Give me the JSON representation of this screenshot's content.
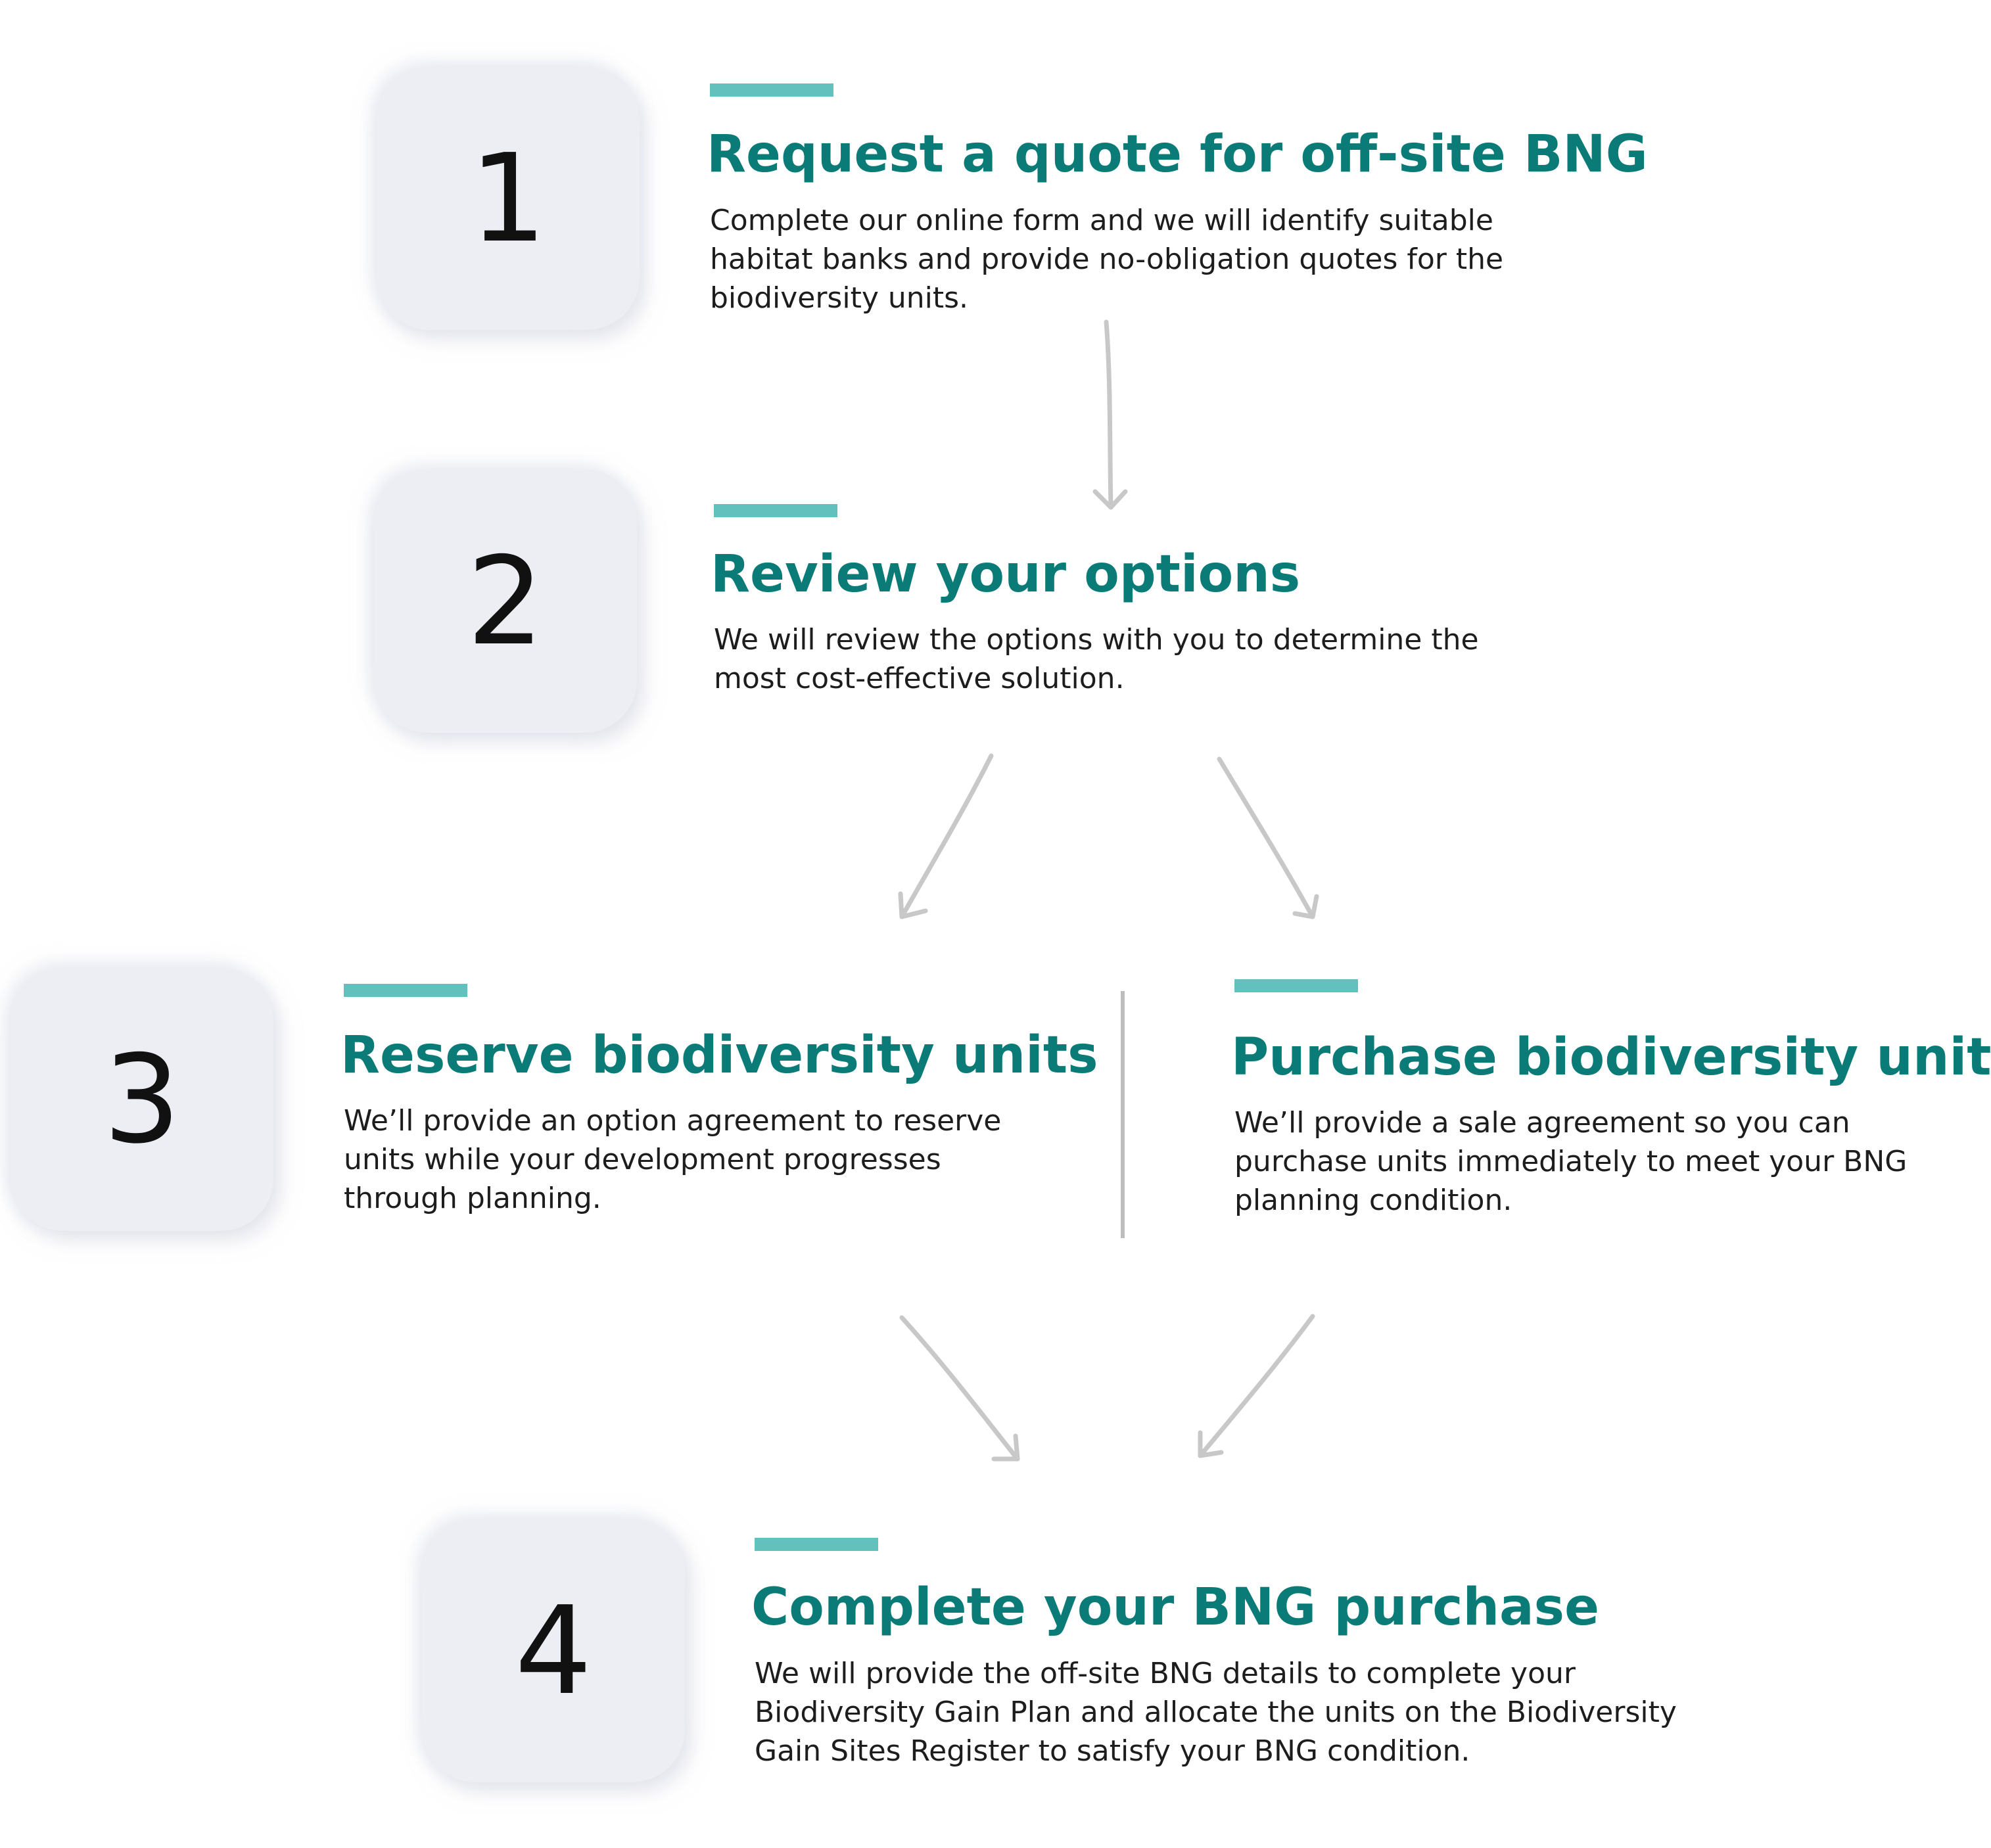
{
  "steps": [
    {
      "number": "1",
      "title": "Request a quote for off-site BNG",
      "description_lines": [
        "Complete our online form and we will identify suitable",
        "habitat banks and provide no-obligation quotes for the",
        "biodiversity units."
      ]
    },
    {
      "number": "2",
      "title": "Review your options",
      "description_lines": [
        "We will review the options with you to determine the",
        "most cost-effective solution."
      ]
    },
    {
      "number": "3",
      "title": "Reserve biodiversity units",
      "description_lines": [
        "We’ll provide an option agreement to reserve",
        "units while your development progresses",
        "through planning."
      ]
    },
    {
      "number": "",
      "title": "Purchase biodiversity units",
      "description_lines": [
        "We’ll provide a sale agreement so you can",
        "purchase units immediately to meet your BNG",
        "planning condition."
      ]
    },
    {
      "number": "4",
      "title": "Complete your BNG purchase",
      "description_lines": [
        "We will provide the off-site BNG details to complete your",
        "Biodiversity Gain Plan and allocate the units on the Biodiversity",
        "Gain Sites Register to satisfy your BNG condition."
      ]
    }
  ],
  "colors": {
    "title": "#0b7b78",
    "accent": "#62c1bd",
    "number_box": "#eceef3",
    "arrow": "#c8c8c8",
    "divider": "#bdbdbd",
    "text": "#1d1d1d"
  }
}
